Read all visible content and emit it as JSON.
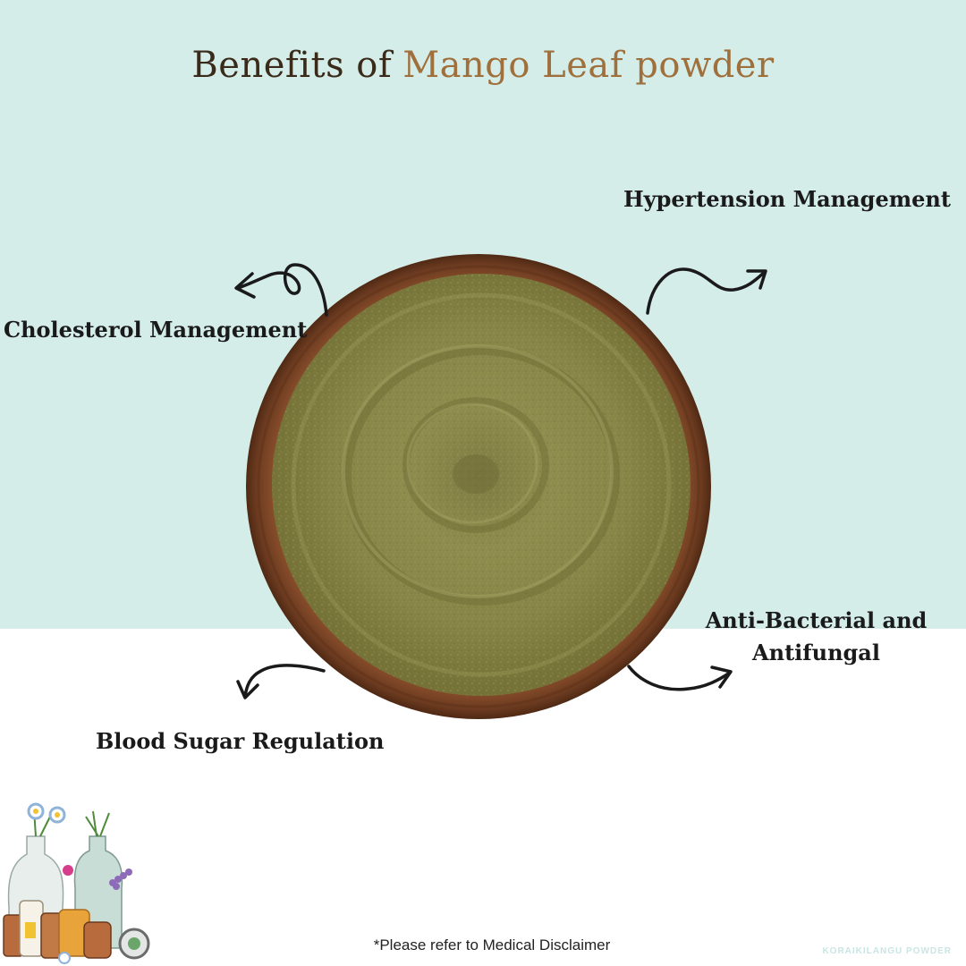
{
  "title": {
    "prefix": "Benefits of",
    "highlight": "Mango Leaf powder"
  },
  "benefits": {
    "hypertension": "Hypertension Management",
    "cholesterol": "Cholesterol Management",
    "antibacterial": "Anti-Bacterial and Antifungal",
    "blood_sugar": "Blood Sugar Regulation"
  },
  "disclaimer": "*Please refer to Medical Disclaimer",
  "brand": "KORAIKILANGU POWDER",
  "colors": {
    "background_top": "#d4ede9",
    "background_bottom": "#ffffff",
    "title_dark": "#3a2a1a",
    "title_accent": "#a0703c",
    "bowl_wood": "#7a4526",
    "powder": "#8a8a48"
  },
  "icons": [
    "curly-arrow-icon",
    "herbal-bottles-illustration"
  ]
}
